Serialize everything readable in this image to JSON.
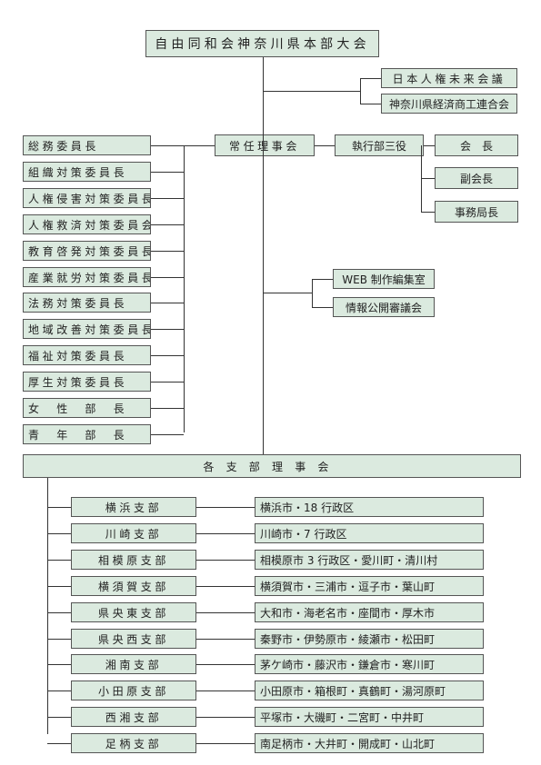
{
  "top": "自由同和会神奈川県本部大会",
  "right_top": [
    "日本人権未来会議",
    "神奈川県経済商工連合会"
  ],
  "standing": "常任理事会",
  "executive": "執行部三役",
  "officers": [
    "会　長",
    "副会長",
    "事務局長"
  ],
  "committees": [
    "総務委員長",
    "組織対策委員長",
    "人権侵害対策委員長",
    "人権救済対策委員会長",
    "教育啓発対策委員長",
    "産業就労対策委員長",
    "法務対策委員長",
    "地域改善対策委員長",
    "福祉対策委員長",
    "厚生対策委員長",
    "女　性　部　長",
    "青　年　部　長"
  ],
  "side_committees": [
    "WEB 制作編集室",
    "情報公開審議会"
  ],
  "branch_council": "各支部理事会",
  "branches": [
    {
      "name": "横浜支部",
      "area": "横浜市・18 行政区"
    },
    {
      "name": "川崎支部",
      "area": "川崎市・7 行政区"
    },
    {
      "name": "相模原支部",
      "area": "相模原市 3 行政区・愛川町・清川村"
    },
    {
      "name": "横須賀支部",
      "area": "横須賀市・三浦市・逗子市・葉山町"
    },
    {
      "name": "県央東支部",
      "area": "大和市・海老名市・座間市・厚木市"
    },
    {
      "name": "県央西支部",
      "area": "秦野市・伊勢原市・綾瀬市・松田町"
    },
    {
      "name": "湘南支部",
      "area": "茅ケ崎市・藤沢市・鎌倉市・寒川町"
    },
    {
      "name": "小田原支部",
      "area": "小田原市・箱根町・真鶴町・湯河原町"
    },
    {
      "name": "西湘支部",
      "area": "平塚市・大磯町・二宮町・中井町"
    },
    {
      "name": "足柄支部",
      "area": "南足柄市・大井町・開成町・山北町"
    }
  ]
}
